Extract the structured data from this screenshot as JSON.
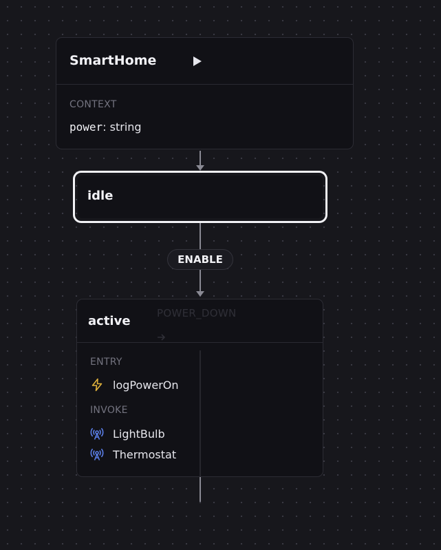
{
  "machine": {
    "title": "SmartHome",
    "play_icon": "play-icon",
    "context_label": "CONTEXT",
    "context": [
      {
        "key": "power",
        "sep": ": ",
        "type": "string"
      }
    ]
  },
  "states": {
    "idle": {
      "title": "idle",
      "selected": true
    },
    "active": {
      "title": "active",
      "entry_label": "ENTRY",
      "entry_actions": [
        {
          "icon": "lightning-icon",
          "label": "logPowerOn"
        }
      ],
      "invoke_label": "INVOKE",
      "invokes": [
        {
          "icon": "antenna-icon",
          "label": "LightBulb"
        },
        {
          "icon": "antenna-icon",
          "label": "Thermostat"
        }
      ],
      "ghost_event": "POWER_DOWN"
    }
  },
  "transitions": [
    {
      "event": "ENABLE",
      "from": "idle",
      "to": "active"
    }
  ],
  "colors": {
    "background": "#17171c",
    "node_fill": "#111116",
    "node_border": "#2c2c34",
    "selected_border": "#f2f2f6",
    "edge": "#8a8a94",
    "entry_icon": "#e0b23c",
    "invoke_icon": "#5b7fe8",
    "muted_label": "#73737f"
  }
}
